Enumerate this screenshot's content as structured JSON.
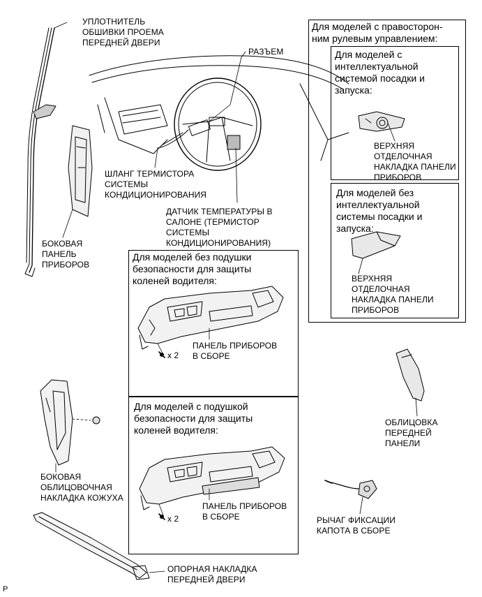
{
  "labels": {
    "door_seal": [
      "УПЛОТНИТЕЛЬ",
      "ОБШИВКИ ПРОЕМА",
      "ПЕРЕДНЕЙ ДВЕРИ"
    ],
    "connector": "РАЗЪЕМ",
    "hose": [
      "ШЛАНГ ТЕРМИСТОРА",
      "СИСТЕМЫ",
      "КОНДИЦИОНИРОВАНИЯ"
    ],
    "sensor": [
      "ДАТЧИК ТЕМПЕРАТУРЫ В",
      "САЛОНЕ (ТЕРМИСТОР",
      "СИСТЕМЫ",
      "КОНДИЦИОНИРОВАНИЯ)"
    ],
    "side_panel": [
      "БОКОВАЯ",
      "ПАНЕЛЬ",
      "ПРИБОРОВ"
    ],
    "side_cover": [
      "БОКОВАЯ",
      "ОБЛИЦОВОЧНАЯ",
      "НАКЛАДКА КОЖУХА"
    ],
    "scuff": [
      "ОПОРНАЯ НАКЛАДКА",
      "ПЕРЕДНЕЙ ДВЕРИ"
    ],
    "front_panel": [
      "ОБЛИЦОВКА",
      "ПЕРЕДНЕЙ",
      "ПАНЕЛИ"
    ],
    "hood_lever": [
      "РЫЧАГ ФИКСАЦИИ",
      "КАПОТА В СБОРЕ"
    ],
    "figure_code": "P"
  },
  "rhd_box": {
    "title": [
      "Для моделей с правосторон-",
      "ним рулевым управлением:"
    ],
    "smart": {
      "title": [
        "Для моделей с",
        "интеллектуальной",
        "системой посадки и",
        "запуска:"
      ],
      "part": [
        "ВЕРХНЯЯ",
        "ОТДЕЛОЧНАЯ",
        "НАКЛАДКА ПАНЕЛИ",
        "ПРИБОРОВ"
      ]
    },
    "no_smart": {
      "title": [
        "Для моделей без",
        "интеллектуальной",
        "системы посадки и",
        "запуска:"
      ],
      "part": [
        "ВЕРХНЯЯ",
        "ОТДЕЛОЧНАЯ",
        "НАКЛАДКА ПАНЕЛИ",
        "ПРИБОРОВ"
      ]
    }
  },
  "knee_box_without": {
    "title": [
      "Для моделей без подушки",
      "безопасности для защиты",
      "коленей водителя:"
    ],
    "part": [
      "ПАНЕЛЬ ПРИБОРОВ",
      "В СБОРЕ"
    ],
    "qty": "x 2"
  },
  "knee_box_with": {
    "title": [
      "Для моделей с подушкой",
      "безопасности для защиты",
      "коленей водителя:"
    ],
    "part": [
      "ПАНЕЛЬ ПРИБОРОВ",
      "В СБОРЕ"
    ],
    "qty": "x 2"
  }
}
